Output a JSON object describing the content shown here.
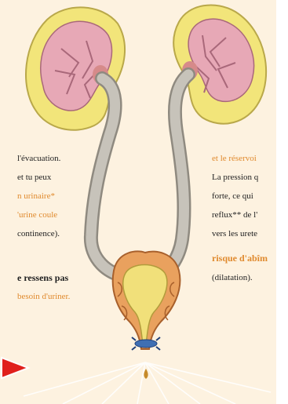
{
  "left_column": [
    {
      "text": "l'évacuation.",
      "style": "plain"
    },
    {
      "text": "et tu peux",
      "style": "plain"
    },
    {
      "text": "n urinaire*",
      "style": "orange"
    },
    {
      "text": "'urine coule",
      "style": "orange"
    },
    {
      "text": "continence).",
      "style": "plain"
    },
    {
      "text": "e ressens pas",
      "style": "bold"
    },
    {
      "text": "besoin d'uriner.",
      "style": "orange"
    }
  ],
  "right_column": [
    {
      "text": "et le réservoi",
      "style": "orange"
    },
    {
      "text": "La pression q",
      "style": "plain"
    },
    {
      "text": "forte, ce qui",
      "style": "plain"
    },
    {
      "text": "reflux** de l'",
      "style": "plain"
    },
    {
      "text": "vers les urete",
      "style": "plain"
    },
    {
      "text": "risque d'abîm",
      "style": "orange-bold"
    },
    {
      "text": "(dilatation).",
      "style": "plain"
    }
  ],
  "colors": {
    "page_background": "#fdf2e0",
    "kidney_cortex": "#f2e57a",
    "kidney_medulla": "#e7a8b6",
    "ureter": "#b7b3aa",
    "bladder_wall": "#e9a15e",
    "bladder_inner": "#f1e07a",
    "accent_text": "#e08a2e",
    "pointer_arrow": "#e0201c"
  },
  "icons": [
    "red-arrow-pointer-icon"
  ]
}
